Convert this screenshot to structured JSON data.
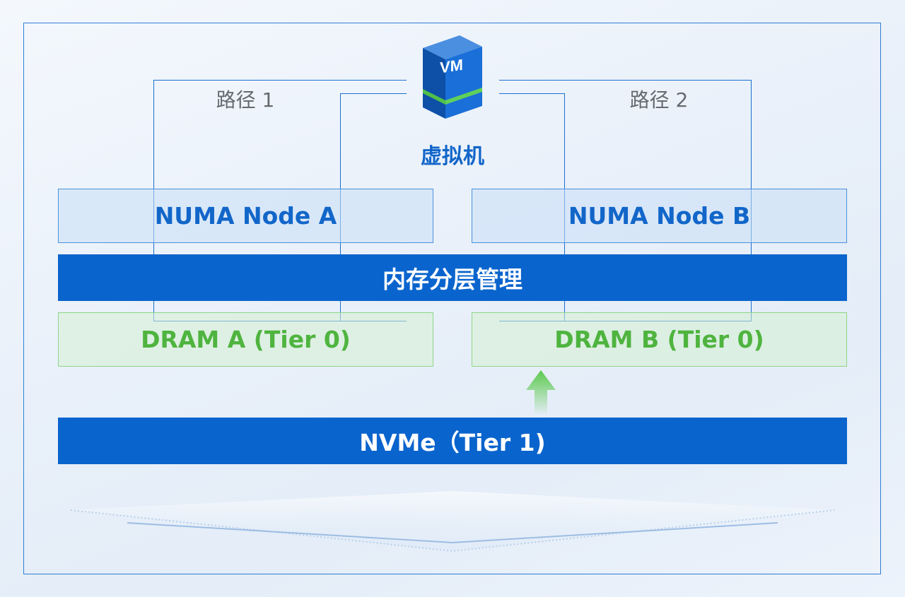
{
  "vm": {
    "icon_text": "VM",
    "label": "虚拟机"
  },
  "paths": {
    "path1_label": "路径 1",
    "path2_label": "路径 2"
  },
  "numa": {
    "node_a": "NUMA Node A",
    "node_b": "NUMA Node B"
  },
  "memory_tiering": {
    "label": "内存分层管理"
  },
  "dram": {
    "a": "DRAM A (Tier 0)",
    "b": "DRAM B (Tier 0)"
  },
  "nvme": {
    "label": "NVMe（Tier 1)"
  },
  "colors": {
    "blue": "#0a64cd",
    "green": "#4fb43f",
    "frame": "#2f7ed4"
  }
}
